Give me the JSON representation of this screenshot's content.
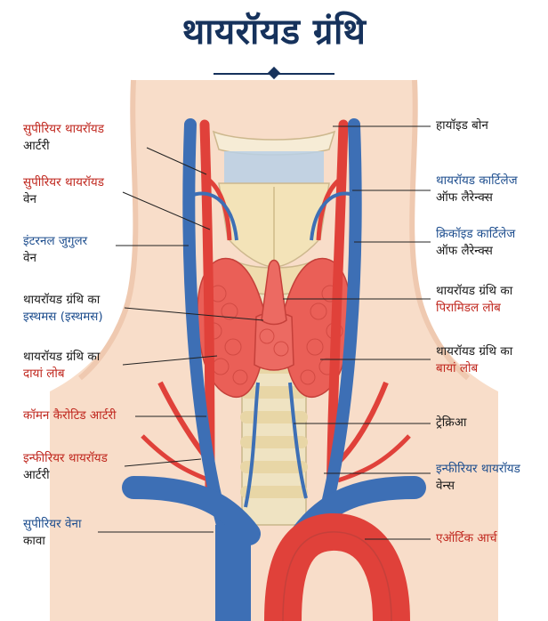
{
  "title": "थायरॉयड ग्रंथि",
  "colors": {
    "artery": "#e0413a",
    "vein": "#3d6fb5",
    "gland": "#ea5f57",
    "cartilage": "#f3e3b8",
    "trachea": "#efe3c2",
    "skin": "#f8ddc9",
    "title": "#16325c"
  },
  "labels_left": [
    {
      "line1": "सुपीरियर थायरॉयड",
      "line2": "आर्टरी"
    },
    {
      "line1": "सुपीरियर थायरॉयड",
      "line2": "वेन"
    },
    {
      "line1": "इंटरनल जुगुलर",
      "line2": "वेन"
    },
    {
      "line1": "थायरॉयड ग्रंथि का",
      "line2": "इस्थमस (इस्थमस)"
    },
    {
      "line1": "थायरॉयड ग्रंथि का",
      "line2": "दायां लोब"
    },
    {
      "line1": "कॉमन कैरोटिड आर्टरी",
      "line2": ""
    },
    {
      "line1": "इन्फीरियर थायरॉयड",
      "line2": "आर्टरी"
    },
    {
      "line1": "सुपीरियर वेना",
      "line2": "कावा"
    }
  ],
  "labels_right": [
    {
      "line1": "हायॉइड बोन",
      "line2": ""
    },
    {
      "line1": "थायरॉयड कार्टिलेज",
      "line2": "ऑफ लैरेन्क्स"
    },
    {
      "line1": "क्रिकॉइड कार्टिलेज",
      "line2": "ऑफ लैरेन्क्स"
    },
    {
      "line1": "थायरॉयड ग्रंथि का",
      "line2": "पिरामिडल लोब"
    },
    {
      "line1": "थायरॉयड ग्रंथि का",
      "line2": "बायां लोब"
    },
    {
      "line1": "ट्रेक्रिआ",
      "line2": ""
    },
    {
      "line1": "इन्फीरियर थायरॉयड",
      "line2": "वेन्स"
    },
    {
      "line1": "एऑर्टिक आर्च",
      "line2": ""
    }
  ]
}
